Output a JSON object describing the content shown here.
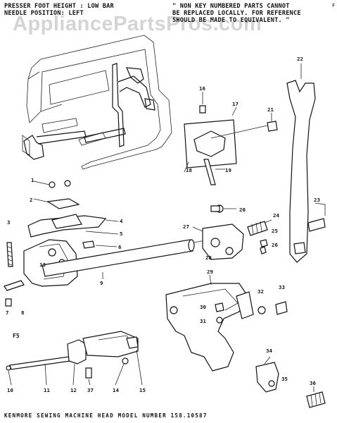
{
  "header": {
    "left_line1": "PRESSER FOOT HEIGHT : LOW BAR",
    "left_line2": "NEEDLE POSITION: LEFT",
    "right_line1": "\" NON KEY NUMBERED PARTS CANNOT",
    "right_line2": "BE REPLACED LOCALLY. FOR REFERENCE",
    "right_line3": "SHOULD BE MADE TO EQUIVALENT. \"",
    "corner_mark": "F"
  },
  "watermark": "AppliancePartsPros.com",
  "section_label": "F5",
  "footer": "KENMORE  SEWING  MACHINE  HEAD  MODEL  NUMBER  158.10587",
  "callouts": [
    "1",
    "2",
    "3",
    "4",
    "5",
    "6",
    "7",
    "8",
    "9",
    "10",
    "11",
    "12",
    "13",
    "14",
    "15",
    "16",
    "17",
    "18",
    "19",
    "20",
    "21",
    "22",
    "23",
    "24",
    "25",
    "26",
    "27",
    "28",
    "29",
    "30",
    "31",
    "32",
    "33",
    "34",
    "35",
    "36",
    "37"
  ]
}
